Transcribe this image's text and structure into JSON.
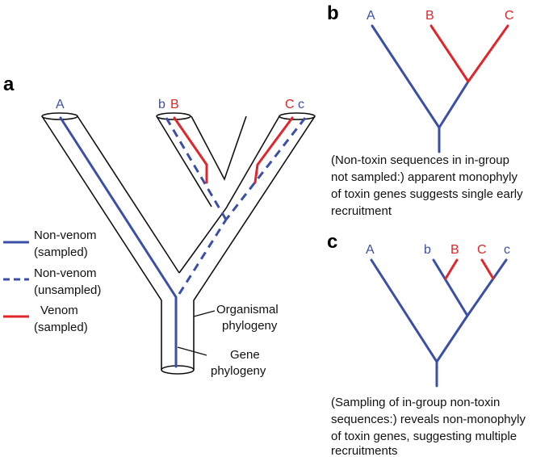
{
  "colors": {
    "non_venom": "#3b4fa8",
    "venom": "#e0262b",
    "outline": "#111111"
  },
  "panel_a": {
    "letter": "a",
    "tips": {
      "A": "A",
      "b": "b",
      "B": "B",
      "C": "C",
      "c": "c"
    },
    "legend": [
      {
        "lines": [
          "Non-venom",
          "(sampled)"
        ],
        "style": "solid",
        "color": "#3b4fa8"
      },
      {
        "lines": [
          "Non-venom",
          "(unsampled)"
        ],
        "style": "dashed",
        "color": "#3b4fa8"
      },
      {
        "lines": [
          "Venom",
          "(sampled)"
        ],
        "style": "solid",
        "color": "#e0262b"
      }
    ],
    "organismal_label": [
      "Organismal",
      "phylogeny"
    ],
    "gene_label": [
      "Gene",
      "phylogeny"
    ]
  },
  "panel_b": {
    "letter": "b",
    "tips": {
      "A": "A",
      "B": "B",
      "C": "C"
    },
    "caption": [
      "(Non-toxin sequences in in-group",
      "not sampled:) apparent monophyly",
      "of toxin genes suggests single early",
      "recruitment"
    ]
  },
  "panel_c": {
    "letter": "c",
    "tips": {
      "A": "A",
      "b": "b",
      "B": "B",
      "C": "C",
      "c": "c"
    },
    "caption": [
      "(Sampling of in-group non-toxin",
      "sequences:) reveals non-monophyly",
      "of toxin genes, suggesting multiple",
      "recruitments"
    ]
  }
}
